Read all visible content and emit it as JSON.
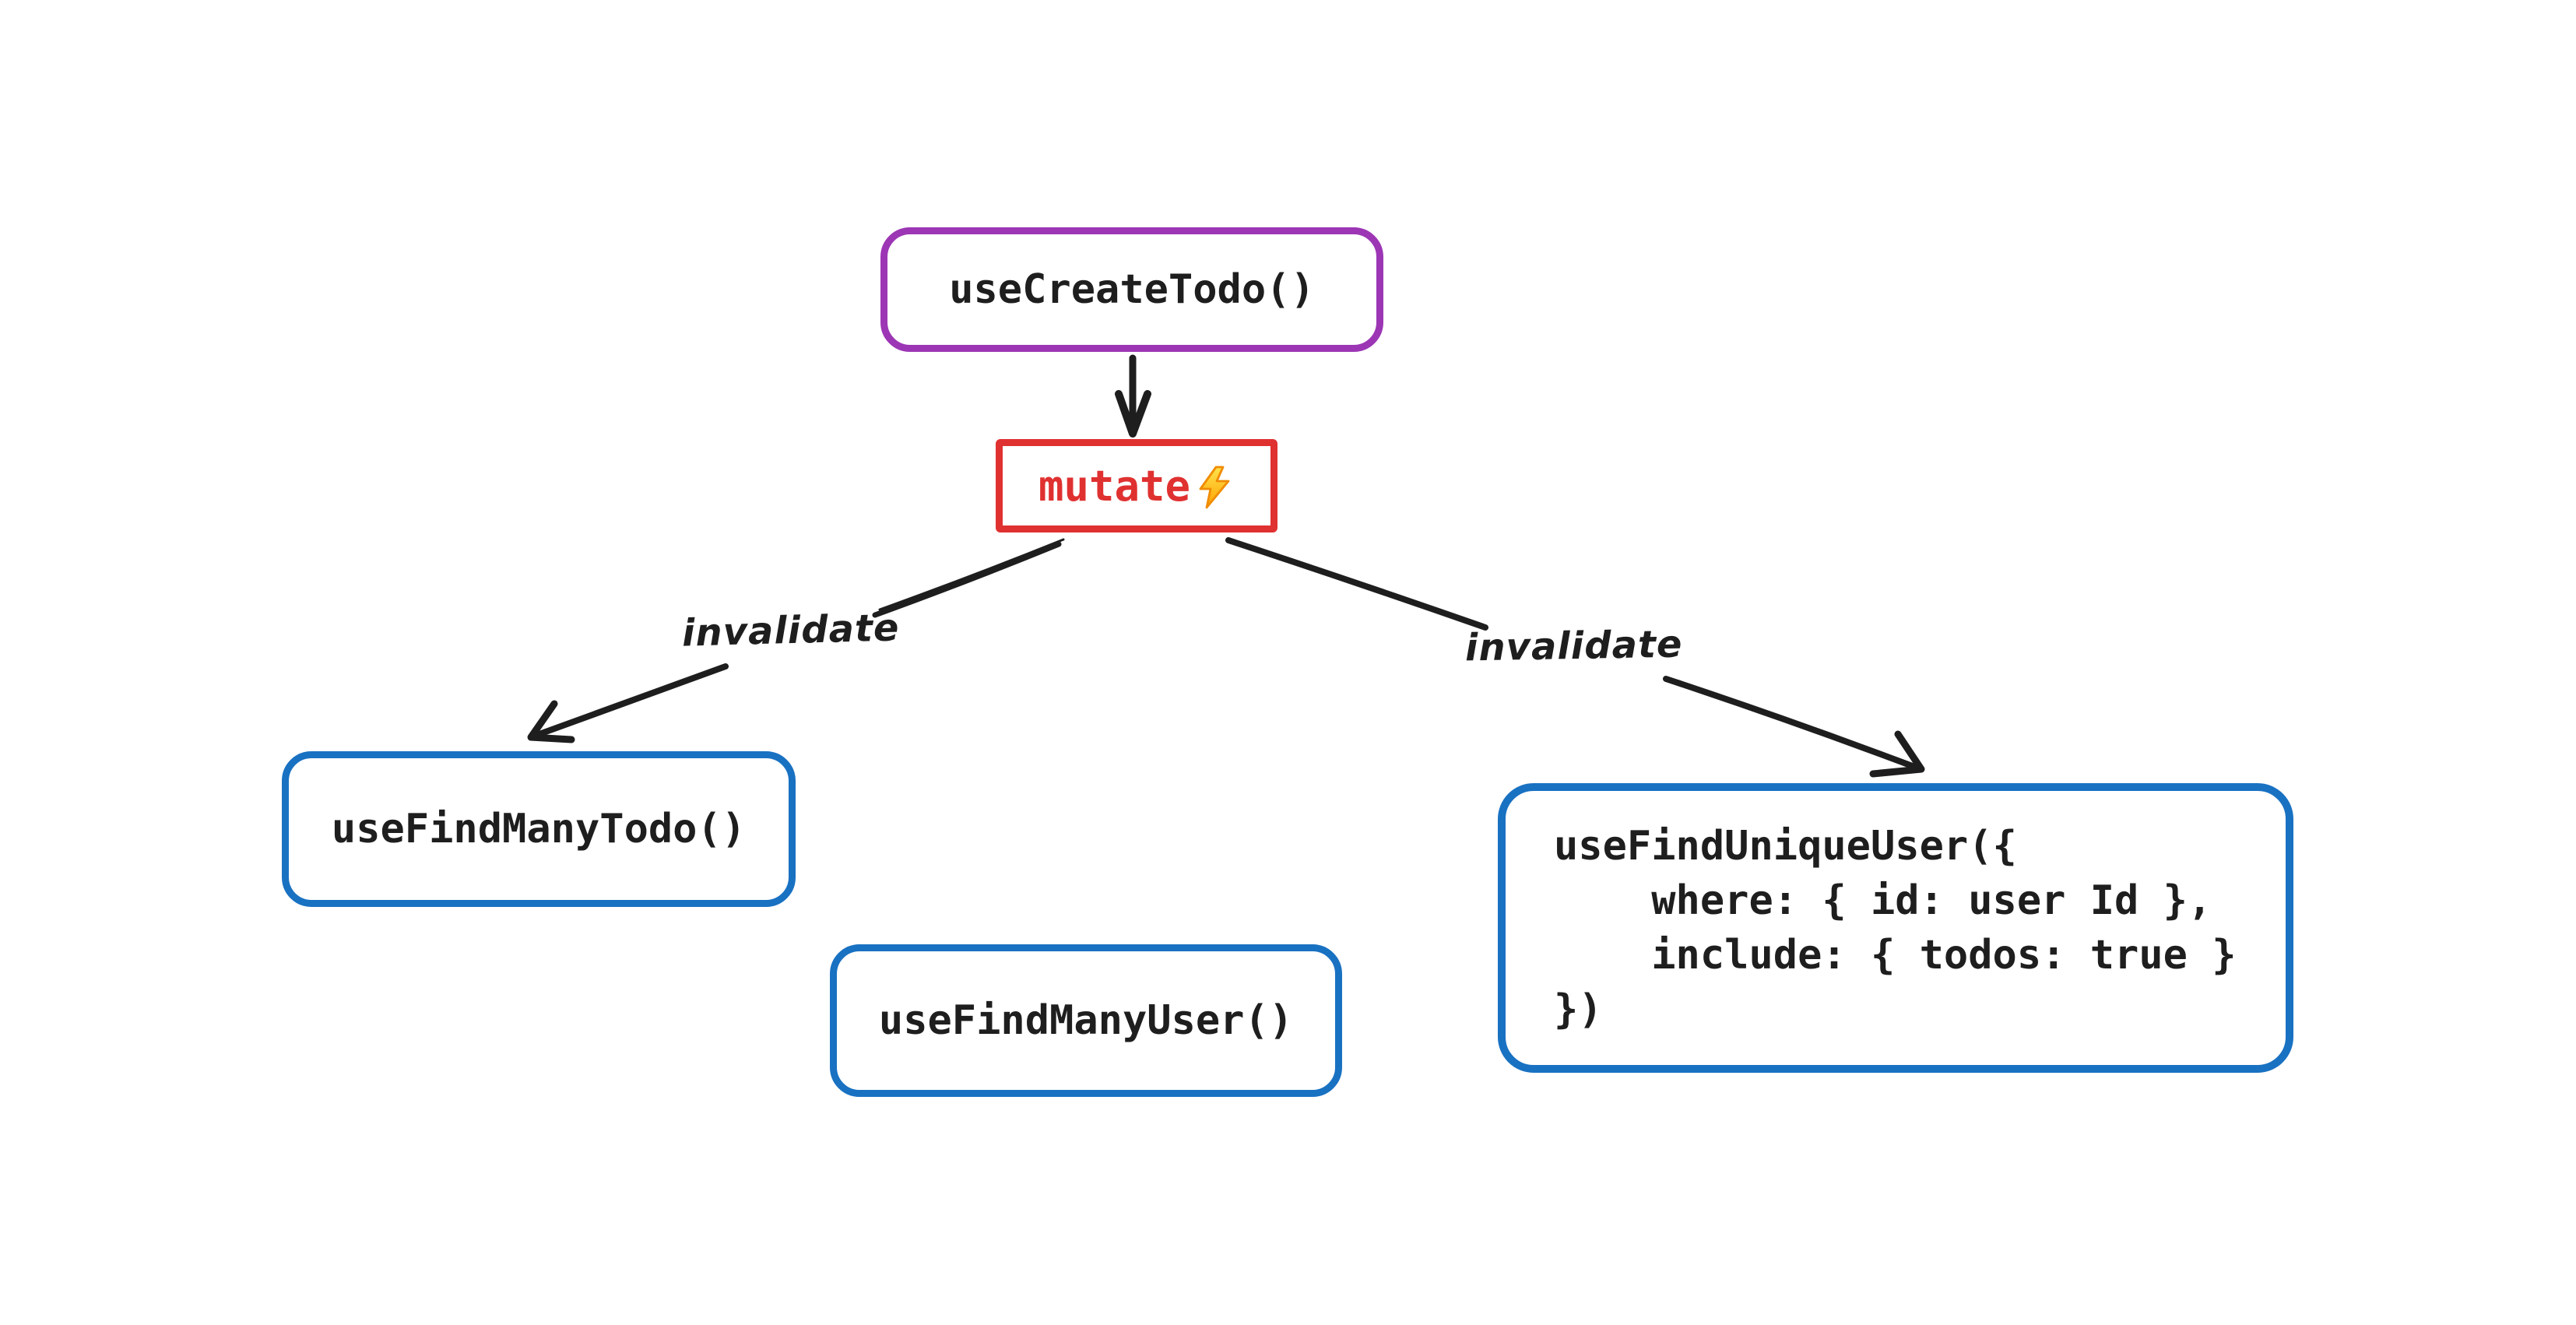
{
  "diagram": {
    "background_color": "#ffffff",
    "ink_color": "#1e1e1e",
    "nodes": {
      "create_todo": {
        "label": "useCreateTodo()",
        "border_color": "#9c36b5",
        "shape": "rounded-rectangle"
      },
      "mutate": {
        "label": "mutate",
        "icon": "lightning-bolt-emoji",
        "border_color": "#e03131",
        "text_color": "#e03131",
        "shape": "rectangle"
      },
      "find_many_todo": {
        "label": "useFindManyTodo()",
        "border_color": "#1971c2",
        "shape": "rounded-rectangle"
      },
      "find_many_user": {
        "label": "useFindManyUser()",
        "border_color": "#1971c2",
        "shape": "rounded-rectangle"
      },
      "find_unique_user": {
        "border_color": "#1971c2",
        "shape": "rounded-rectangle",
        "lines": [
          "useFindUniqueUser({",
          "    where: { id: user Id },",
          "    include: { todos: true }",
          "})"
        ]
      }
    },
    "edges": {
      "create_to_mutate": {
        "label": ""
      },
      "mutate_to_find_many_todo": {
        "label": "invalidate"
      },
      "mutate_to_find_unique_user": {
        "label": "invalidate"
      }
    },
    "bolt_colors": {
      "top": "#ffe34d",
      "bottom": "#ffa000",
      "outline": "#f08c00"
    }
  }
}
